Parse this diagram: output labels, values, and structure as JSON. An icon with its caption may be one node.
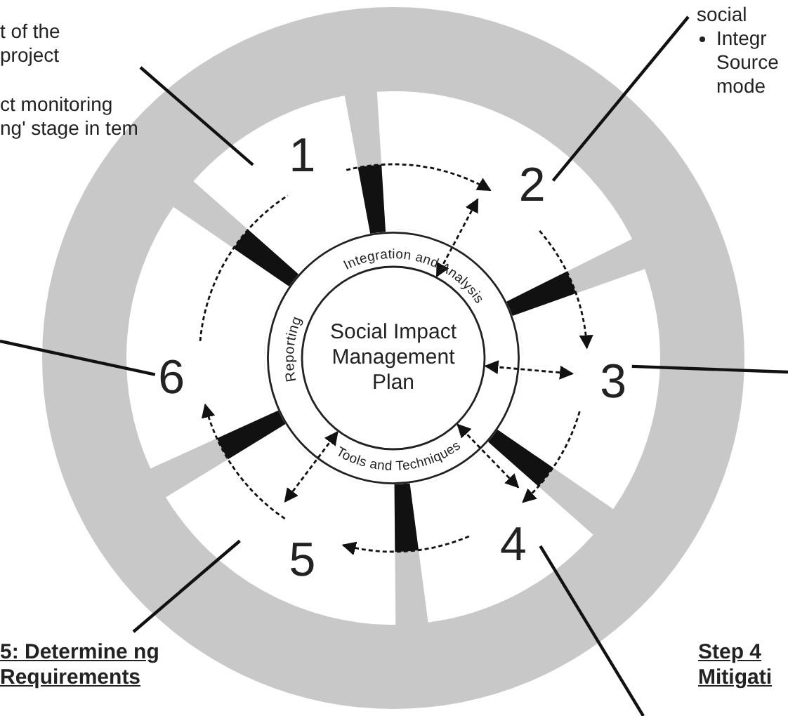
{
  "diagram": {
    "nodes": [
      {
        "text": [
          "t of the project",
          "ct monitoring ng' stage in tem"
        ]
      },
      {
        "text": [
          "social",
          "Integr Source mode"
        ]
      },
      {
        "text": [
          "1"
        ]
      },
      {
        "text": [
          "2"
        ]
      },
      {
        "text": [
          "3"
        ]
      },
      {
        "text": [
          "4"
        ]
      },
      {
        "text": [
          "5"
        ]
      },
      {
        "text": [
          "6"
        ]
      },
      {
        "text": [
          "Integration and Analysis",
          "Tools and Techniques",
          "Reporting"
        ]
      },
      {
        "text": [
          "Social Impact Management Plan"
        ],
        "in": 8
      },
      {
        "text": [
          "5: Determine ng Requirements"
        ]
      }
    ],
    "edges": [
      {
        "from": 0,
        "to": 2,
        "arrow": "none"
      },
      {
        "from": 1,
        "to": 3,
        "arrow": "none"
      },
      {
        "from": null,
        "to": 4,
        "arrow": "none"
      },
      {
        "from": null,
        "to": 5,
        "arrow": "none"
      },
      {
        "from": 10,
        "to": 6,
        "arrow": "none"
      },
      {
        "from": null,
        "to": 7,
        "arrow": "none"
      },
      {
        "from": 2,
        "to": 3,
        "arrow": "to",
        "style": "dashed"
      },
      {
        "from": 3,
        "to": 4,
        "arrow": "to",
        "style": "dashed"
      },
      {
        "from": 4,
        "to": 5,
        "arrow": "to",
        "style": "dashed"
      },
      {
        "from": 5,
        "to": 6,
        "arrow": "to",
        "style": "dashed"
      },
      {
        "from": 6,
        "to": 7,
        "arrow": "to",
        "style": "dashed"
      },
      {
        "from": 7,
        "to": 2,
        "arrow": "none",
        "style": "dashed"
      },
      {
        "from": 9,
        "to": 3,
        "arrow": "both",
        "style": "dashed"
      },
      {
        "from": 9,
        "to": 4,
        "arrow": "both",
        "style": "dashed"
      },
      {
        "from": 9,
        "to": 5,
        "arrow": "both",
        "style": "dashed"
      },
      {
        "from": 9,
        "to": 6,
        "arrow": "both",
        "style": "dashed"
      }
    ],
    "labels": [
      "Step 4 Mitigati"
    ]
  }
}
